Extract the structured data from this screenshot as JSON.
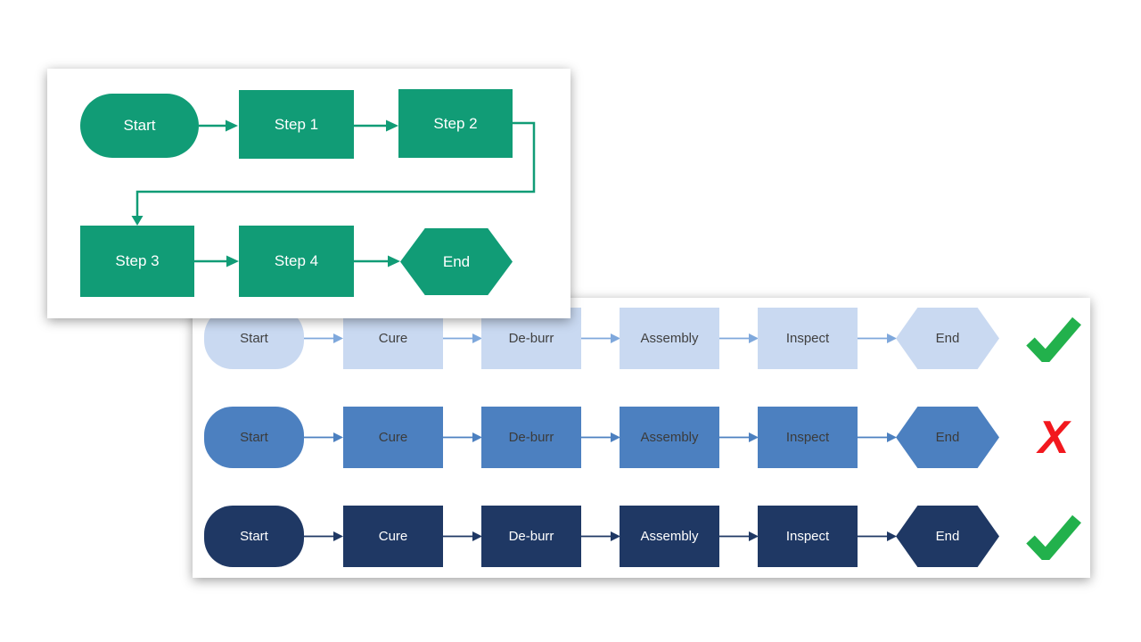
{
  "panel1": {
    "name": "basic-flowchart",
    "shape_color": "#119C76",
    "text_color": "#FFFFFF",
    "nodes": [
      {
        "id": "start",
        "label": "Start",
        "shape": "stadium"
      },
      {
        "id": "step1",
        "label": "Step 1",
        "shape": "rect"
      },
      {
        "id": "step2",
        "label": "Step 2",
        "shape": "rect"
      },
      {
        "id": "step3",
        "label": "Step 3",
        "shape": "rect"
      },
      {
        "id": "step4",
        "label": "Step 4",
        "shape": "rect"
      },
      {
        "id": "end",
        "label": "End",
        "shape": "hexagon"
      }
    ]
  },
  "panel2": {
    "name": "process-flow-color-variants",
    "check_color": "#22B14C",
    "cross_color": "#F2181E",
    "cross_glyph": "X",
    "steps": [
      "Start",
      "Cure",
      "De-burr",
      "Assembly",
      "Inspect",
      "End"
    ],
    "rows": [
      {
        "variant": "light-blue",
        "fill": "#C9D9F1",
        "text_color": "#404040",
        "arrow_color": "#7FA8DC",
        "result": "check"
      },
      {
        "variant": "medium-blue",
        "fill": "#4C80C0",
        "text_color": "#3B3B3B",
        "arrow_color": "#4C80C0",
        "result": "cross"
      },
      {
        "variant": "dark-navy",
        "fill": "#1F3864",
        "text_color": "#FFFFFF",
        "arrow_color": "#1F3864",
        "result": "check"
      }
    ]
  }
}
